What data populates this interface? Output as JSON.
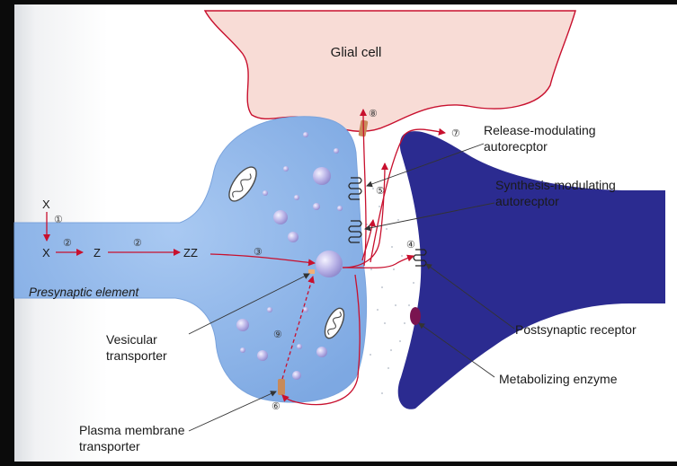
{
  "labels": {
    "glial_cell": "Glial cell",
    "release_modulating": [
      "Release-modulating",
      "autorecptor"
    ],
    "synthesis_modulating": [
      "Synthesis-modulating",
      "autorecptor"
    ],
    "presynaptic_element": "Presynaptic element",
    "vesicular_transporter": [
      "Vesicular",
      "transporter"
    ],
    "plasma_membrane_transporter": [
      "Plasma membrane",
      "transporter"
    ],
    "postsynaptic_receptor": "Postsynaptic receptor",
    "metabolizing_enzyme": "Metabolizing enzyme"
  },
  "molecules": {
    "x_top": "X",
    "x_bottom": "X",
    "z": "Z",
    "zz": "ZZ"
  },
  "steps": [
    "①",
    "②",
    "②",
    "③",
    "④",
    "⑤",
    "⑥",
    "⑦",
    "⑧",
    "⑨"
  ],
  "colors": {
    "presynaptic_fill": "#8fb8ea",
    "postsynaptic_fill": "#2a2a8c",
    "glial_fill": "#f8dcd6",
    "arrow_red": "#c8102e",
    "vesicle": "#b9b4e6",
    "enzyme": "#7a1450",
    "transporter": "#c88a5a"
  }
}
